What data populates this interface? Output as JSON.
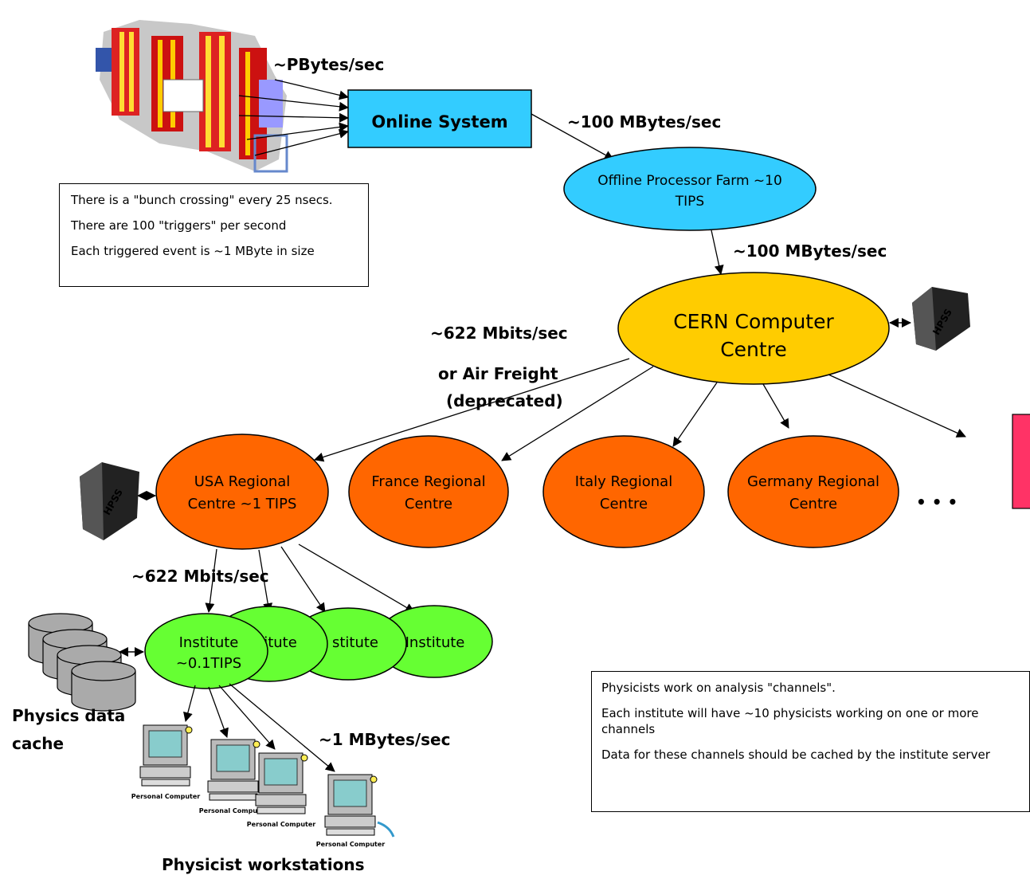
{
  "nodes": {
    "online_system": "Online System",
    "offline_farm": [
      "Offline Processor Farm ~10",
      "TIPS"
    ],
    "cern": [
      "CERN Computer",
      "Centre"
    ],
    "usa": [
      "USA Regional",
      "Centre ~1 TIPS"
    ],
    "france": [
      "France Regional",
      "Centre"
    ],
    "italy": [
      "Italy Regional",
      "Centre"
    ],
    "germany": [
      "Germany Regional",
      "Centre"
    ],
    "institute_main": [
      "Institute",
      "~0.1TIPS"
    ],
    "institute_2": "itute",
    "institute_3": "stitute",
    "institute_4": "Institute",
    "ellipsis": "• • •"
  },
  "rates": {
    "detector_rate": "~PBytes/sec",
    "online_to_farm": "~100 MBytes/sec",
    "farm_to_cern": "~100 MBytes/sec",
    "cern_to_regional": "~622 Mbits/sec",
    "air_freight": [
      "or Air Freight",
      "(deprecated)"
    ],
    "regional_to_institute": "~622 Mbits/sec",
    "institute_to_workstation": "~1 MBytes/sec"
  },
  "labels": {
    "physics_cache": [
      "Physics data",
      "cache"
    ],
    "workstations": "Physicist workstations",
    "storage_text": "HPSS",
    "workstation_caption": "Personal Computer"
  },
  "note_top": [
    "There is a \"bunch crossing\" every 25 nsecs.",
    "There are 100 \"triggers\" per second",
    "Each triggered event is ~1 MByte in size"
  ],
  "note_bottom": [
    "Physicists work on analysis \"channels\".",
    "Each institute will have ~10 physicists working on one or more channels",
    "Data for these channels should be cached by the institute server"
  ],
  "colors": {
    "online": "#33ccff",
    "farm": "#33ccff",
    "cern": "#ffcc00",
    "regional": "#ff6600",
    "institute": "#66ff33",
    "pink_box": "#ff3366"
  }
}
